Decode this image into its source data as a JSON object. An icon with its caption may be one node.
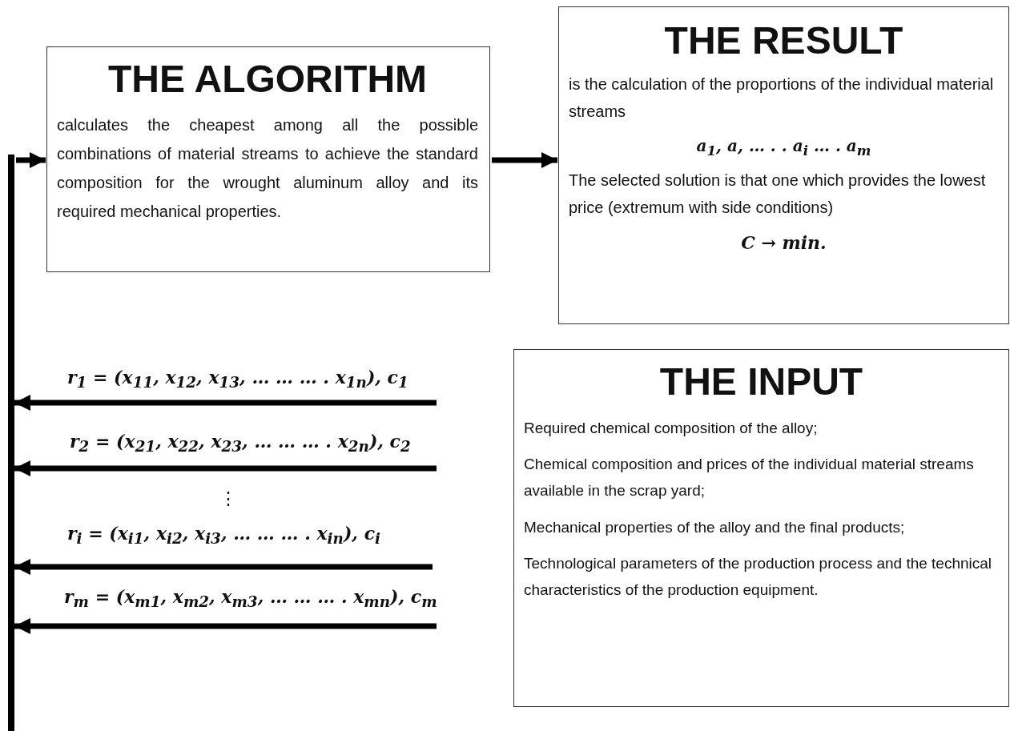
{
  "diagram": {
    "nodes": [
      {
        "text": [
          "THE ALGORITHM",
          "calculates the cheapest among all the possible combinations of material streams to achieve the standard composition for the wrought aluminum alloy and its required mechanical properties."
        ]
      },
      {
        "text": [
          "THE RESULT",
          "is the calculation of the proportions of the individual material streams",
          "a$_{1}$, a, … . . a$_{i}$ … . a$_{m}$",
          "The selected solution is that one which provides the lowest price (extremum with side conditions)",
          "C → min."
        ]
      },
      {
        "text": [
          "THE INPUT",
          "Required chemical composition of the alloy;",
          "Chemical composition and prices of the individual material streams available in the scrap yard;",
          "Mechanical properties of the alloy and the final products;",
          "Technological parameters of the production process and the technical characteristics of the production equipment."
        ]
      },
      {
        "text": [],
        "shape": "bar"
      }
    ],
    "edges": [
      {
        "from": 0,
        "to": 1,
        "arrow": "to"
      },
      {
        "from": 3,
        "to": 0,
        "arrow": "to"
      },
      {
        "from": null,
        "to": 3,
        "arrow": "to",
        "label": "r$_{1}$ = (x$_{11}$, x$_{12}$, x$_{13}$, … … … . x$_{1n}$), c$_{1}$"
      },
      {
        "from": null,
        "to": 3,
        "arrow": "to",
        "label": "r$_{2}$ = (x$_{21}$, x$_{22}$, x$_{23}$, … … … . x$_{2n}$), c$_{2}$"
      },
      {
        "from": null,
        "to": 3,
        "arrow": "to",
        "label": "r$_{i}$ = (x$_{i1}$, x$_{i2}$, x$_{i3}$, … … … . x$_{in}$), c$_{i}$"
      },
      {
        "from": null,
        "to": 3,
        "arrow": "to",
        "label": "r$_{m}$ = (x$_{m1}$, x$_{m2}$, x$_{m3}$, … … … . x$_{mn}$), c$_{m}$"
      }
    ],
    "labels": [
      "⋮"
    ]
  }
}
